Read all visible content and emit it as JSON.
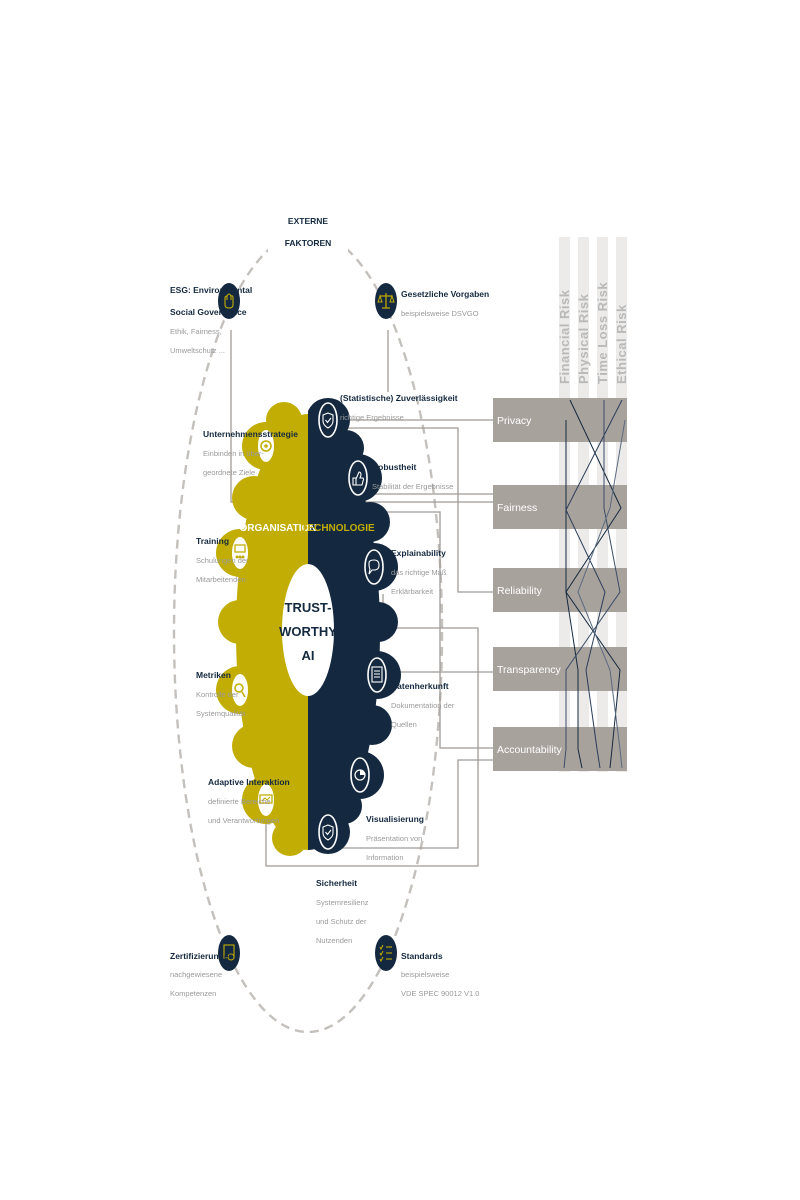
{
  "outer": {
    "title_line1": "EXTERNE",
    "title_line2": "FAKTOREN"
  },
  "center": {
    "line1": "TRUST-",
    "line2": "WORTHY",
    "line3": "AI"
  },
  "sectors": {
    "left": "ORGANISATION",
    "right": "TECHNOLOGIE"
  },
  "external": [
    {
      "id": "esg",
      "title": [
        "ESG: Environmental",
        "Social Governance"
      ],
      "desc": [
        "Ethik, Fairness,",
        "Umweltschutz ..."
      ],
      "icon": "hand-leaf-icon"
    },
    {
      "id": "gesetz",
      "title": [
        "Gesetzliche Vorgaben"
      ],
      "desc": [
        "beispielsweise DSVGO"
      ],
      "icon": "scales-icon"
    },
    {
      "id": "zert",
      "title": [
        "Zertifizierungen"
      ],
      "desc": [
        "nachgewiesene",
        "Kompetenzen"
      ],
      "icon": "certificate-icon"
    },
    {
      "id": "standards",
      "title": [
        "Standards"
      ],
      "desc": [
        "beispielsweise",
        "VDE SPEC 90012 V1.0"
      ],
      "icon": "checklist-icon"
    }
  ],
  "organisation": [
    {
      "id": "strategie",
      "title": [
        "Unternehmensstrategie"
      ],
      "desc": [
        "Einbinden in über-",
        "geordnete Ziele"
      ],
      "icon": "target-icon"
    },
    {
      "id": "training",
      "title": [
        "Training"
      ],
      "desc": [
        "Schulungen der",
        "Mitarbeitenden"
      ],
      "icon": "people-board-icon"
    },
    {
      "id": "metriken",
      "title": [
        "Metriken"
      ],
      "desc": [
        "Kontrolle der",
        "Systemqualität"
      ],
      "icon": "magnifier-icon"
    },
    {
      "id": "adaptive",
      "title": [
        "Adaptive Interaktion"
      ],
      "desc": [
        "definierte Bereiche",
        "und Verantwortungen"
      ],
      "icon": "monitor-chart-icon"
    }
  ],
  "technologie": [
    {
      "id": "zuverl",
      "title": [
        "(Statistische) Zuverlässigkeit"
      ],
      "desc": [
        "richtige Ergebnisse"
      ],
      "icon": "shield-check-icon"
    },
    {
      "id": "robust",
      "title": [
        "Robustheit"
      ],
      "desc": [
        "Stabilität der Ergebnisse"
      ],
      "icon": "thumbs-up-icon"
    },
    {
      "id": "explain",
      "title": [
        "Explainability"
      ],
      "desc": [
        "das richtige Maß",
        "Erklärbarkeit"
      ],
      "icon": "speech-bubble-icon"
    },
    {
      "id": "daten",
      "title": [
        "Datenherkunft"
      ],
      "desc": [
        "Dokumentation der",
        "Quellen"
      ],
      "icon": "document-icon"
    },
    {
      "id": "visual",
      "title": [
        "Visualisierung"
      ],
      "desc": [
        "Präsentation von",
        "Information"
      ],
      "icon": "pie-chart-icon"
    },
    {
      "id": "sicher",
      "title": [
        "Sicherheit"
      ],
      "desc": [
        "Systemresilienz",
        "und Schutz der",
        "Nutzenden"
      ],
      "icon": "security-shield-icon"
    }
  ],
  "bars": [
    "Privacy",
    "Fairness",
    "Reliability",
    "Transparency",
    "Accountability"
  ],
  "risks": [
    "Financial Risk",
    "Physical Risk",
    "Time Loss Risk",
    "Ethical Risk"
  ],
  "colors": {
    "navy": "#14293f",
    "olive": "#c2ad04",
    "bar": "#a8a29d",
    "risk_band": "#ecebea",
    "line": "#a09b97"
  }
}
